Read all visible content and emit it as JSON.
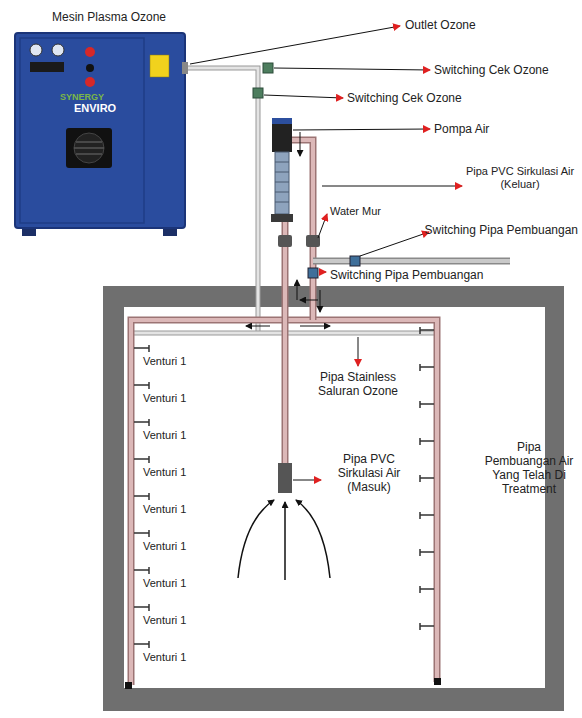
{
  "diagram": {
    "labels": [
      "Mesin Plasma Ozone",
      "SYNERGY",
      "ENVIRO",
      "Outlet Ozone",
      "Switching Cek Ozone",
      "Switching Cek Ozone",
      "Pompa Air",
      "Pipa PVC Sirkulasi Air (Keluar)",
      "Water Mur",
      "Switching Pipa Pembuangan",
      "Switching Pipa Pembuangan",
      "Pipa Stainless Saluran Ozone",
      "Venturi 1",
      "Venturi 1",
      "Venturi 1",
      "Venturi 1",
      "Venturi 1",
      "Venturi 1",
      "Venturi 1",
      "Venturi 1",
      "Venturi 1",
      "Pipa PVC Sirkulasi Air (Masuk)",
      "Pipa Pembuangan Air Yang Telah Di Treatment"
    ]
  }
}
